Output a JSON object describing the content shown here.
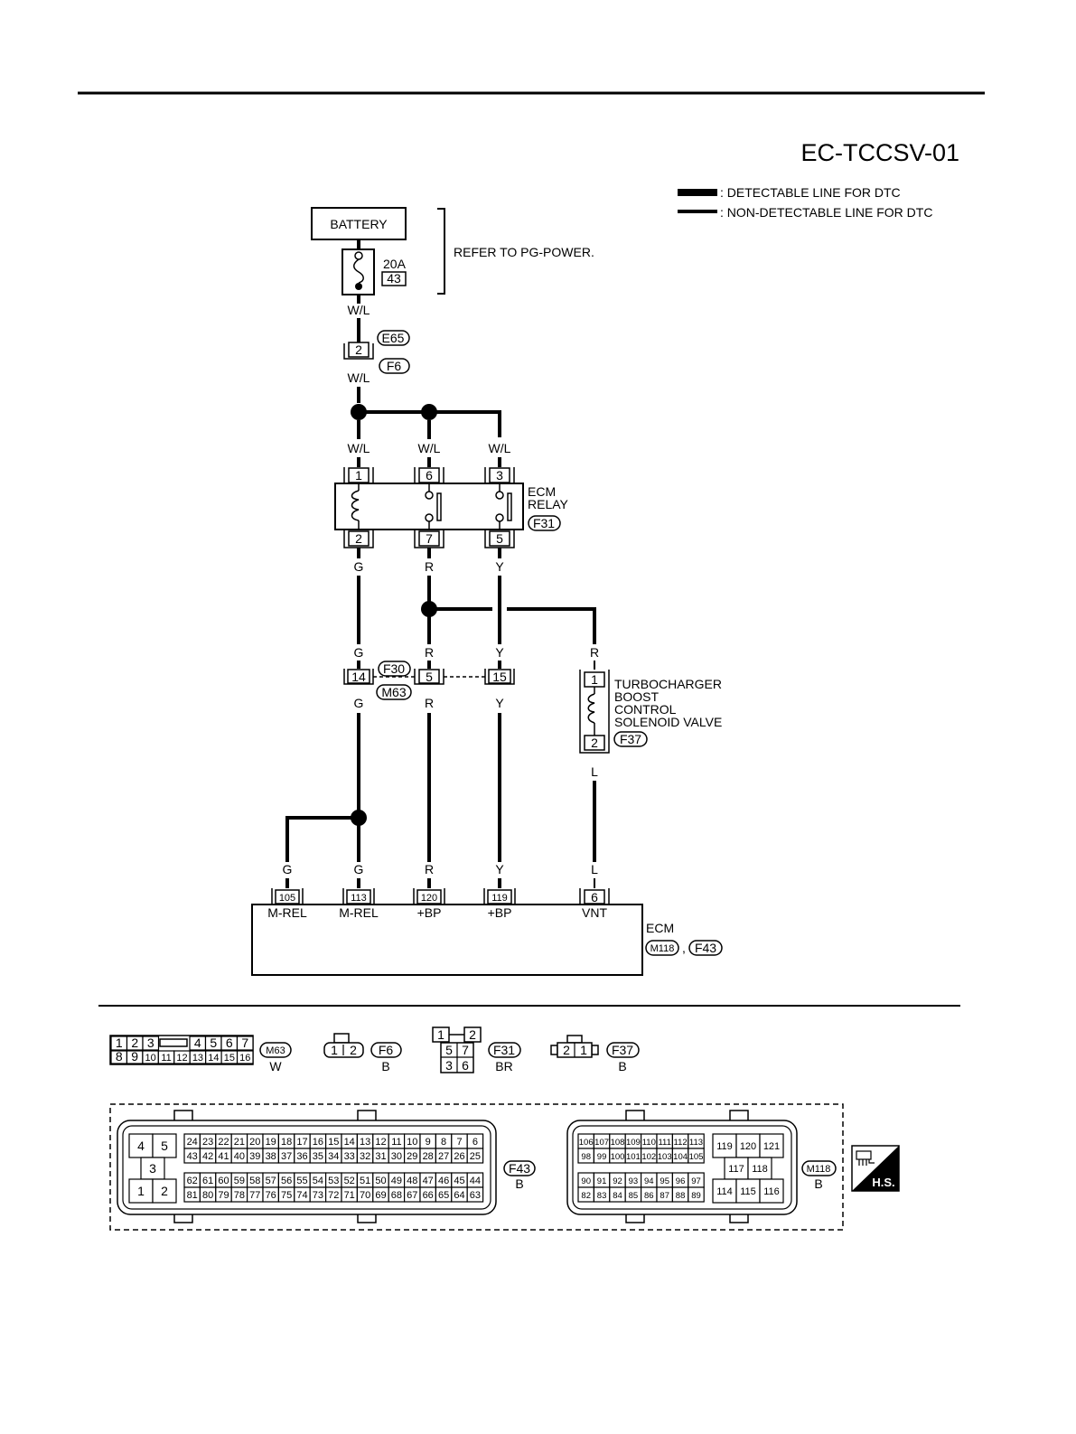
{
  "diagram_id": "EC-TCCSV-01",
  "legend": {
    "detectable": ": DETECTABLE LINE FOR DTC",
    "non_detectable": ": NON-DETECTABLE LINE FOR DTC"
  },
  "battery": {
    "label": "BATTERY",
    "refer": "REFER TO PG-POWER.",
    "fuse_amp": "20A",
    "fuse_no": "43"
  },
  "wire_colors": {
    "wl": "W/L",
    "g": "G",
    "r": "R",
    "y": "Y",
    "l": "L"
  },
  "joint_connector": {
    "pin": "2",
    "top": "E65",
    "bottom": "F6"
  },
  "ecm_relay": {
    "line1": "ECM",
    "line2": "RELAY",
    "connector": "F31",
    "pins": [
      "1",
      "6",
      "3",
      "2",
      "7",
      "5"
    ]
  },
  "harness_connector": {
    "top": "F30",
    "bottom": "M63",
    "pins": [
      "14",
      "5",
      "15"
    ]
  },
  "solenoid": {
    "lines": [
      "TURBOCHARGER",
      "BOOST",
      "CONTROL",
      "SOLENOID VALVE"
    ],
    "connector": "F37",
    "pins": [
      "1",
      "2"
    ]
  },
  "ecm": {
    "label": "ECM",
    "conn1": "M118",
    "sep": ",",
    "conn2": "F43",
    "terminals": [
      {
        "pin": "105",
        "name": "M-REL"
      },
      {
        "pin": "113",
        "name": "M-REL"
      },
      {
        "pin": "120",
        "name": "+BP"
      },
      {
        "pin": "119",
        "name": "+BP"
      },
      {
        "pin": "6",
        "name": "VNT"
      }
    ]
  },
  "connector_views": {
    "m63": {
      "id": "M63",
      "color": "W",
      "row1": [
        "1",
        "2",
        "3",
        "4",
        "5",
        "6",
        "7"
      ],
      "row2": [
        "8",
        "9",
        "10",
        "11",
        "12",
        "13",
        "14",
        "15",
        "16"
      ]
    },
    "f6": {
      "id": "F6",
      "color": "B",
      "pins": [
        "1",
        "2"
      ]
    },
    "f31": {
      "id": "F31",
      "color": "BR",
      "pins": [
        "1",
        "2",
        "5",
        "7",
        "3",
        "6"
      ]
    },
    "f37": {
      "id": "F37",
      "color": "B",
      "pins": [
        "2",
        "1"
      ]
    },
    "f43": {
      "id": "F43",
      "color": "B",
      "left": [
        "4",
        "5",
        "3",
        "1",
        "2"
      ],
      "r1": [
        "24",
        "23",
        "22",
        "21",
        "20",
        "19",
        "18",
        "17",
        "16",
        "15",
        "14",
        "13",
        "12",
        "11",
        "10",
        "9",
        "8",
        "7",
        "6"
      ],
      "r2": [
        "43",
        "42",
        "41",
        "40",
        "39",
        "38",
        "37",
        "36",
        "35",
        "34",
        "33",
        "32",
        "31",
        "30",
        "29",
        "28",
        "27",
        "26",
        "25"
      ],
      "r3": [
        "62",
        "61",
        "60",
        "59",
        "58",
        "57",
        "56",
        "55",
        "54",
        "53",
        "52",
        "51",
        "50",
        "49",
        "48",
        "47",
        "46",
        "45",
        "44"
      ],
      "r4": [
        "81",
        "80",
        "79",
        "78",
        "77",
        "76",
        "75",
        "74",
        "73",
        "72",
        "71",
        "70",
        "69",
        "68",
        "67",
        "66",
        "65",
        "64",
        "63"
      ]
    },
    "m118": {
      "id": "M118",
      "color": "B",
      "r1": [
        "106",
        "107",
        "108",
        "109",
        "110",
        "111",
        "112",
        "113"
      ],
      "r2": [
        "98",
        "99",
        "100",
        "101",
        "102",
        "103",
        "104",
        "105"
      ],
      "r3": [
        "90",
        "91",
        "92",
        "93",
        "94",
        "95",
        "96",
        "97"
      ],
      "r4": [
        "82",
        "83",
        "84",
        "85",
        "86",
        "87",
        "88",
        "89"
      ],
      "right": [
        "119",
        "120",
        "121",
        "117",
        "118",
        "114",
        "115",
        "116"
      ]
    }
  },
  "hs_badge": "H.S."
}
